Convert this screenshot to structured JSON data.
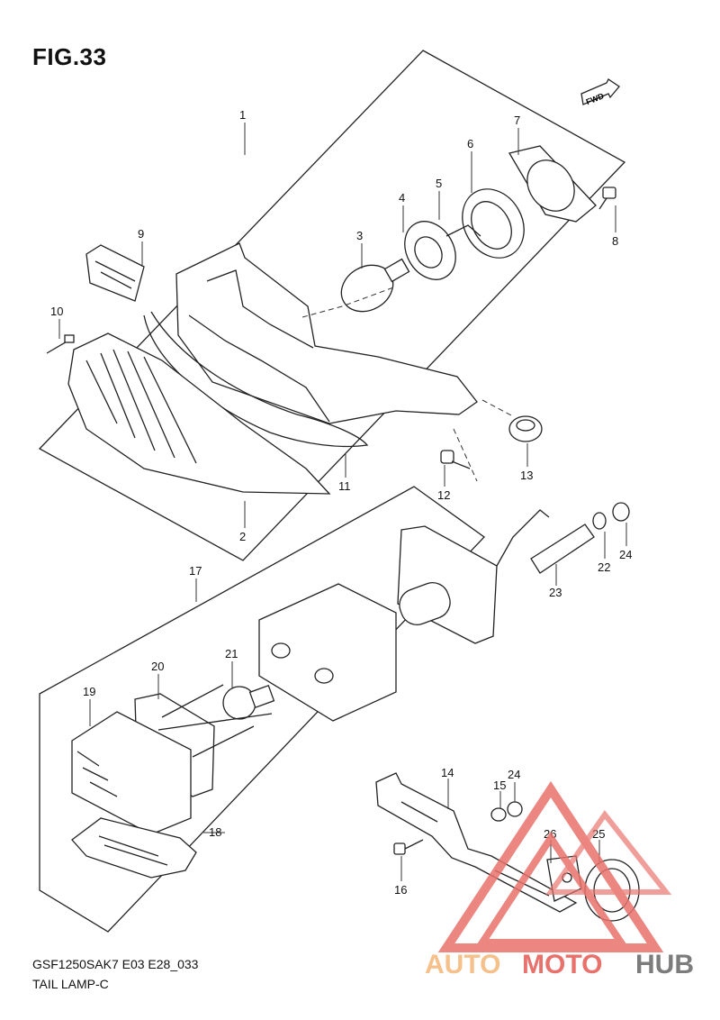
{
  "figure": {
    "title": "FIG.33",
    "model_code": "GSF1250SAK7 E03 E28_033",
    "section_name": "TAIL LAMP-C",
    "fwd_label": "FWD"
  },
  "callouts": [
    "1",
    "2",
    "3",
    "4",
    "5",
    "6",
    "7",
    "8",
    "9",
    "10",
    "11",
    "12",
    "13",
    "17",
    "18",
    "19",
    "20",
    "21",
    "22",
    "23",
    "24",
    "14",
    "15",
    "24",
    "16",
    "26",
    "25"
  ],
  "watermark": {
    "part1": "AUTO",
    "part2": "MOTO",
    "part3": "HUB",
    "color_light": "#f5c08a",
    "color_red": "#e8716b",
    "color_gray": "#7c7c7c"
  }
}
